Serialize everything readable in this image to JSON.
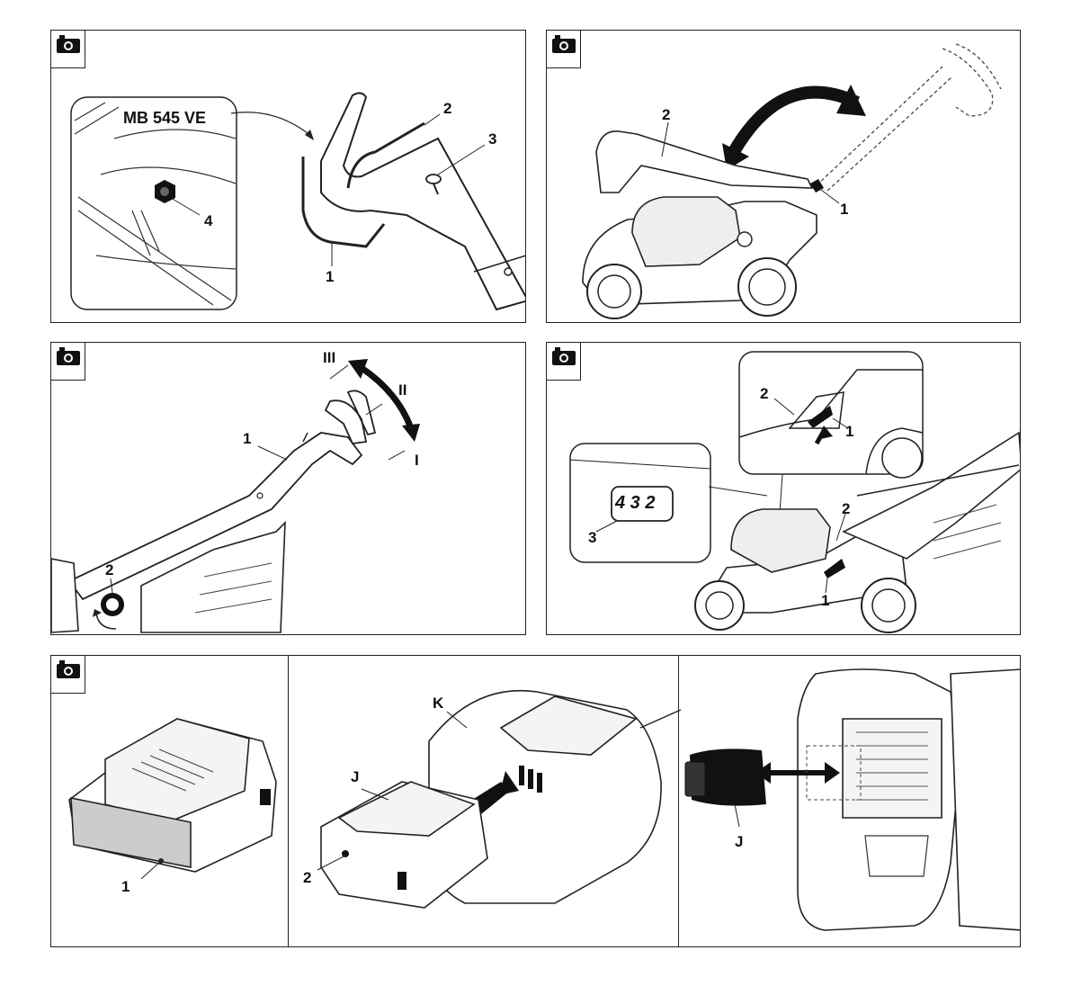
{
  "panel1": {
    "model_label": "MB 545 VE",
    "labels": {
      "c1": "1",
      "c2": "2",
      "c3": "3",
      "c4": "4"
    }
  },
  "panel2": {
    "labels": {
      "c1": "1",
      "c2": "2"
    }
  },
  "panel3": {
    "labels": {
      "c1": "1",
      "c2": "2",
      "pos1": "I",
      "pos2": "II",
      "pos3": "III"
    }
  },
  "panel4": {
    "gear_digits": "4 3 2",
    "labels": {
      "c1a": "1",
      "c2a": "2",
      "c3": "3",
      "c2b": "2",
      "c1b": "1"
    }
  },
  "panel5": {
    "labels": {
      "c1": "1",
      "cJ": "J",
      "cK": "K",
      "c2": "2",
      "cJ2": "J"
    }
  },
  "icons": {
    "camera": "camera-icon"
  }
}
